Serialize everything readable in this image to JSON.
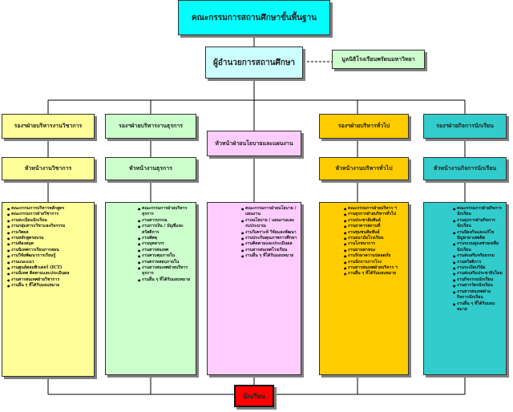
{
  "colors": {
    "top": "#00ffff",
    "director": "#ccffff",
    "foundation": "#ccffcc",
    "academic_head": "#ffff99",
    "academic_detail": "#ffff99",
    "general_head": "#ccffcc",
    "general_detail": "#ccffcc",
    "policy": "#ffccff",
    "admin_head": "#ffcc00",
    "admin_detail": "#ffcc00",
    "student_head": "#33cccc",
    "student_detail": "#33cccc",
    "students": "#ff0000"
  },
  "top": {
    "label": "คณะกรรมการสถานศึกษาขั้นพื้นฐาน"
  },
  "director": {
    "label": "ผู้อำนวยการสถานศึกษา"
  },
  "foundation": {
    "label": "มูลนิธิโรงเรียนพรัดนมหาวิทยา"
  },
  "branches": [
    {
      "deputy": "รองฯฝ่ายบริหารงานวิชาการ",
      "head": "หัวหน้างานวิชาการ",
      "items": [
        "คณะกรรมการบริหารหลักสูตร",
        "คณะกรรมการฝ่ายวิชาการ",
        "งานทะเบียนนักเรียน",
        "งานกลุ่มสาระวิชาและกิจกรรม",
        "งานวัดผล",
        "งานหลักสูตรอบรม",
        "งานห้องสมุด",
        "งานนิเทศการเรียนการสอน",
        "งานวิจัยพัฒนาการเรียนรู้",
        "งานแนะแนว",
        "งานศูนย์คอมพิวเตอร์ (ICT)",
        "งานนิเทศ ติดตามและประเมินผล",
        "งานสารสนเทศฝ่ายวิชาการ",
        "งานอื่น ๆ ที่ได้รับมอบหมาย"
      ]
    },
    {
      "deputy": "รองฯฝ่ายบริหารงานธุรการ",
      "head": "หัวหน้างานธุรการ",
      "items": [
        "คณะกรรมการฝ่ายบริหารธุรการ",
        "งานสารบรรณ",
        "งานการเงิน / บัญชีและสวัสดิการ",
        "งานพัสดุ",
        "งานบุคลากร",
        "งานสารสนเทศ",
        "งานควบคุมภายใน",
        "งานตรวจสอบภายใน",
        "งานสารสนเทศฝ่ายบริหารธุรการ",
        "งานอื่น ๆ ที่ได้รับมอบหมาย"
      ]
    },
    {
      "deputy": "หัวหน้าฝ่ายนโยบายและแผนงาน",
      "head": "",
      "items": [
        "คณะกรรมการฝ่ายนโยบาย / แผนงาน",
        "งานนโยบาย / แผนงานและงบประมาณ",
        "งานวิเคราะห์ วิจัยและพัฒนา",
        "งานประกันคุณภาพการศึกษา",
        "งานติดตามและประเมินผล",
        "งานสารสนเทศโรงเรียน",
        "งานอื่น ๆ ที่ได้รับมอบหมาย"
      ]
    },
    {
      "deputy": "รองฯฝ่ายบริหารทั่วไป",
      "head": "หัวหน้างานบริหารทั่วไป",
      "items": [
        "คณะกรรมการฝ่ายบริหาร ฯ",
        "งานธุรการฝ่ายบริหารทั่วไป",
        "งานประชาสัมพันธ์",
        "งานอาคารสถานที่",
        "งานชุมชนสัมพันธ์",
        "งานอนามัยโรงเรียน",
        "งานโภชนาการ",
        "งานยานพาหนะ",
        "งานรักษาความปลอดภัย",
        "งานนักการภารโรง",
        "งานสารสนเทศฝ่ายบริหาร ฯ",
        "งานอื่น ๆ ที่ได้รับมอบหมาย"
      ]
    },
    {
      "deputy": "รองฯฝ่ายกิจการนักเรียน",
      "head": "หัวหน้างานกิจการนักเรียน",
      "items": [
        "คณะกรรมการฝ่ายกิจการนักเรียน",
        "งานธุรการฝ่ายกิจการนักเรียน",
        "งานป้องกันและแก้ไขปัญหายาเสพติด",
        "งานระบบดูแลช่วยเหลือนักเรียน",
        "งานส่งเสริมจริยธรรม",
        "งานสวัสดิการ",
        "งานระเบียบวินัย",
        "งานส่งเสริมประชาธิปไตย",
        "งานกิจกรรมนักเรียน",
        "งานสารวัตรนักเรียน",
        "งานสารสนเทศฝ่ายกิจการนักเรียน",
        "งานอื่น ๆ ที่ได้รับมอบหมาย"
      ]
    }
  ],
  "students": {
    "label": "นักเรียน"
  }
}
